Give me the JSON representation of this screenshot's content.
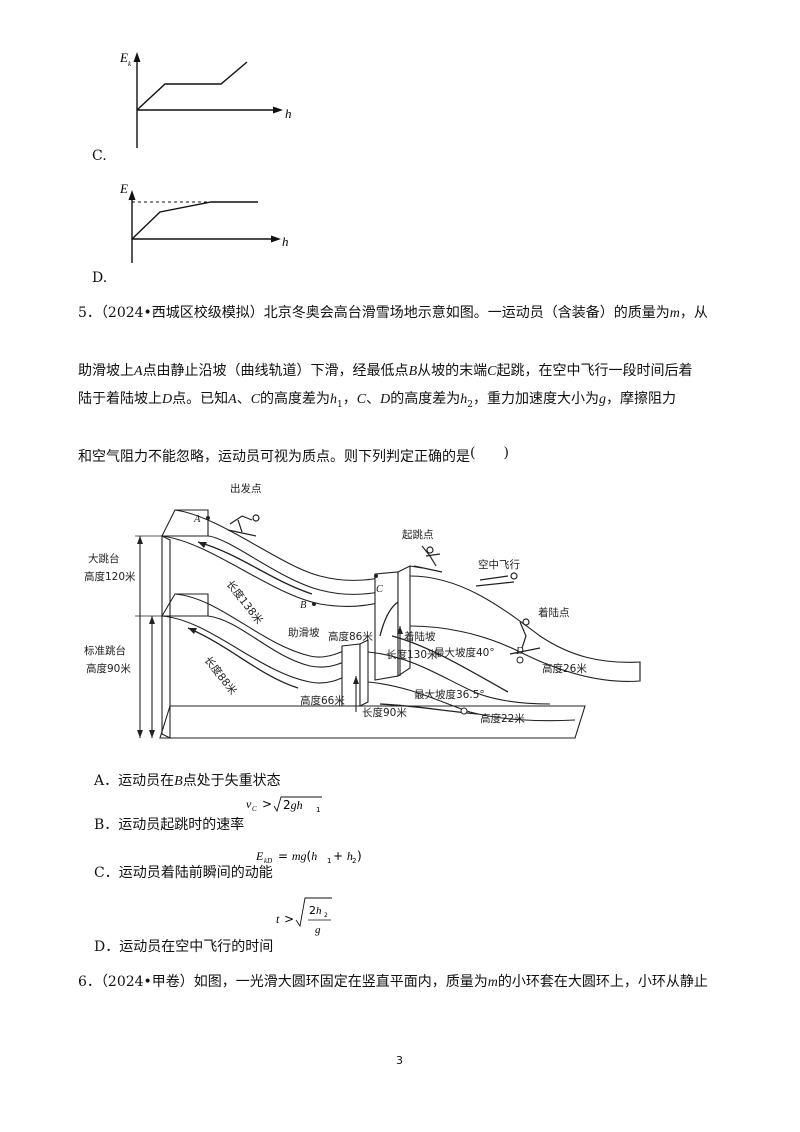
{
  "graph_c": {
    "y_axis": "E",
    "y_sub": "k",
    "x_axis": "h",
    "label": "C."
  },
  "graph_d": {
    "y_axis": "E",
    "x_axis": "h",
    "label": "D."
  },
  "q5": {
    "line1_a": "5．（2024•西城区校级模拟）北京冬奥会高台滑雪场地示意如图。一运动员（含装备）的质量为",
    "m": "m",
    "line1_b": "，从",
    "line2_a": "助滑坡上",
    "A": "A",
    "line2_b": "点由静止沿坡（曲线轨道）下滑，经最低点",
    "B": "B",
    "line2_c": "从坡的末端",
    "C": "C",
    "line2_d": "起跳，在空中飞行一段时间后着",
    "line3_a": "陆于着陆坡上",
    "D": "D",
    "line3_b": "点。已知",
    "line3_c": "、",
    "line3_d": "的高度差为",
    "h1": "h",
    "h1_sub": "1",
    "line3_e": "，",
    "line3_f": "、",
    "line3_g": "的高度差为",
    "h2": "h",
    "h2_sub": "2",
    "line3_h": "，重力加速度大小为",
    "g": "g",
    "line3_i": "，摩擦阻力",
    "line4": "和空气阻力不能忽略，运动员可视为质点。则下列判定正确的是",
    "paren": "(　　)"
  },
  "figure": {
    "start": "出发点",
    "A": "A",
    "B": "B",
    "C": "C",
    "D": "D",
    "takeoff": "起跳点",
    "flight": "空中飞行",
    "landing": "着陆点",
    "big_platform": "大跳台",
    "big_height": "高度120米",
    "std_platform": "标准跳台",
    "std_height": "高度90米",
    "len138": "长度138米",
    "len88": "长度88米",
    "inrun": "助滑坡",
    "h86": "高度86米",
    "landing_slope": "着陆坡",
    "len130": "长度130米",
    "max40": "最大坡度40°",
    "h26": "高度26米",
    "h66": "高度66米",
    "max365": "最大坡度36.5°",
    "len90": "长度90米",
    "h22": "高度22米"
  },
  "options": {
    "A_text": "A．运动员在",
    "A_B": "B",
    "A_text2": "点处于失重状态",
    "B_text": "B．运动员起跳时的速率",
    "C_text": "C．运动员着陆前瞬间的动能",
    "D_text": "D．运动员在空中飞行的时间"
  },
  "q6": {
    "text_a": "6．（2024•甲卷）如图，一光滑大圆环固定在竖直平面内，质量为",
    "m": "m",
    "text_b": "的小环套在大圆环上，小环从静止"
  },
  "page_number": "3"
}
